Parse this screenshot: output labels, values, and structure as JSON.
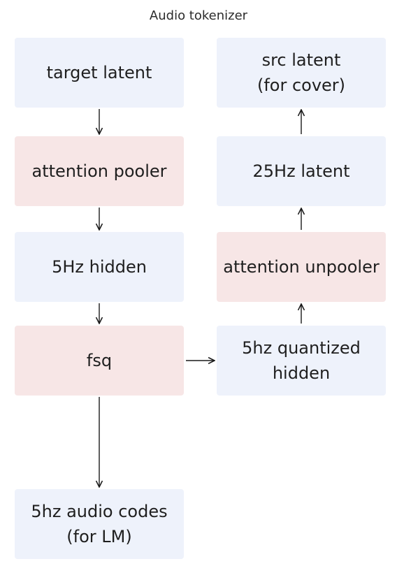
{
  "title": "Audio tokenizer",
  "nodes": {
    "target_latent": "target latent",
    "attention_pooler": "attention pooler",
    "hidden_5hz": "5Hz hidden",
    "fsq": "fsq",
    "audio_codes": "5hz audio codes\n(for LM)",
    "quantized_hidden": "5hz quantized\nhidden",
    "attention_unpooler": "attention unpooler",
    "latent_25hz": "25Hz latent",
    "src_latent": "src latent\n(for cover)"
  },
  "colors": {
    "encoder_box": "#eef2fb",
    "attention_box": "#f7e6e6",
    "arrow": "#1a1a1a"
  }
}
